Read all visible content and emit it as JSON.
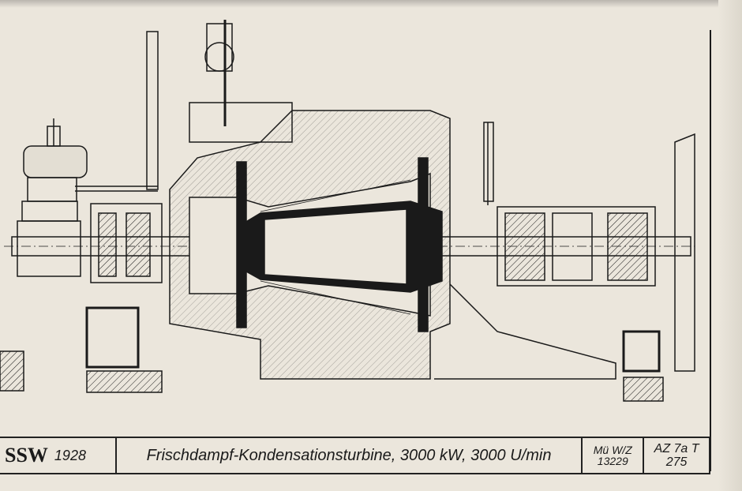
{
  "title_block": {
    "maker": "SSW",
    "year": "1928",
    "title": "Frischdampf-Kondensationsturbine, 3000 kW, 3000 U/min",
    "ref1_line1": "Mü W/Z",
    "ref1_line2": "13229",
    "ref2_line1": "AZ 7a T",
    "ref2_line2": "275"
  },
  "colors": {
    "paper": "#ebe6dc",
    "ink": "#1a1a1a"
  }
}
